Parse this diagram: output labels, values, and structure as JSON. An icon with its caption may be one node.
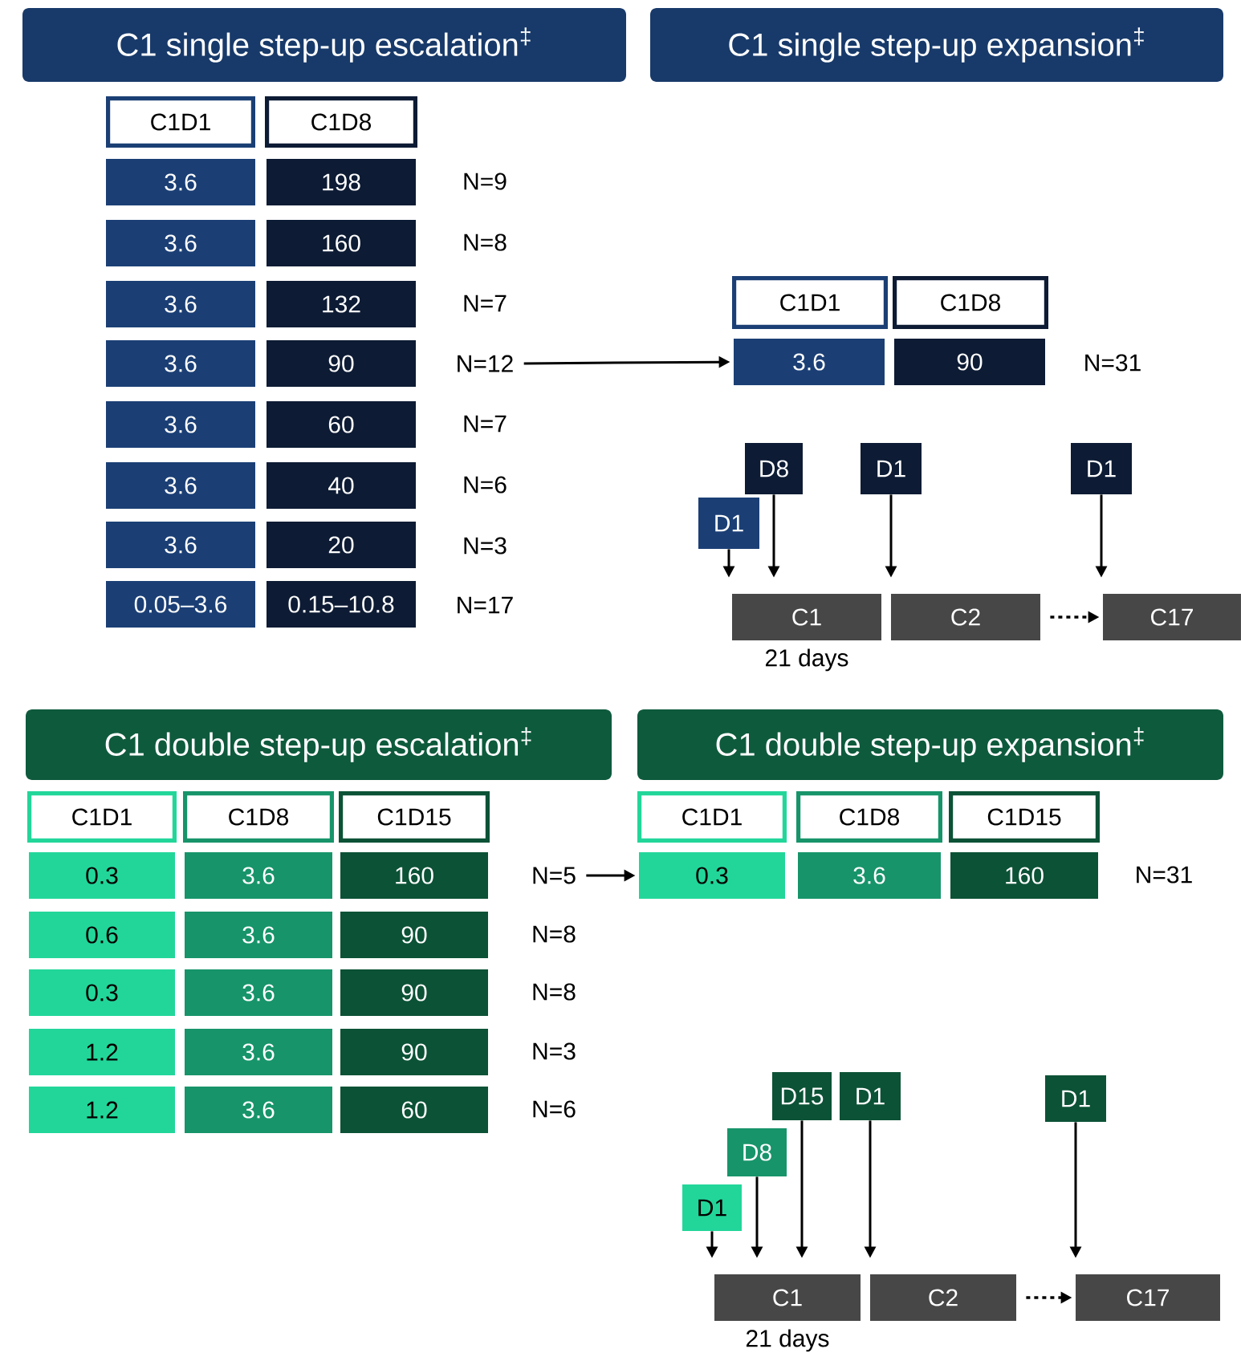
{
  "diagram": {
    "nodes": [
      {
        "text": [
          "C1 single step-up escalation$^{‡}$"
        ]
      },
      {
        "text": [
          "C1 single step-up expansion$^{‡}$"
        ]
      },
      {
        "text": [
          "C1D1"
        ]
      },
      {
        "text": [
          "C1D8"
        ]
      },
      {
        "text": [
          "3.6"
        ]
      },
      {
        "text": [
          "198"
        ]
      },
      {
        "text": [
          "3.6"
        ]
      },
      {
        "text": [
          "160"
        ]
      },
      {
        "text": [
          "3.6"
        ]
      },
      {
        "text": [
          "132"
        ]
      },
      {
        "text": [
          "3.6"
        ]
      },
      {
        "text": [
          "90"
        ]
      },
      {
        "text": [
          "3.6"
        ]
      },
      {
        "text": [
          "60"
        ]
      },
      {
        "text": [
          "3.6"
        ]
      },
      {
        "text": [
          "40"
        ]
      },
      {
        "text": [
          "3.6"
        ]
      },
      {
        "text": [
          "20"
        ]
      },
      {
        "text": [
          "0.05–3.6"
        ]
      },
      {
        "text": [
          "0.15–10.8"
        ]
      },
      {
        "text": [
          "N=12"
        ]
      },
      {
        "text": [
          "C1D1"
        ]
      },
      {
        "text": [
          "C1D8"
        ]
      },
      {
        "text": [
          "3.6"
        ]
      },
      {
        "text": [
          "90"
        ]
      },
      {
        "text": [
          "D1"
        ]
      },
      {
        "text": [
          "D8"
        ]
      },
      {
        "text": [
          "D1"
        ]
      },
      {
        "text": [
          "D1"
        ]
      },
      {
        "text": [
          "C1"
        ],
        "beside": [
          "21 days"
        ]
      },
      {
        "text": [
          "C2"
        ]
      },
      {
        "text": [
          "C17"
        ]
      },
      {
        "text": [
          "C1 double step-up escalation$^{‡}$"
        ]
      },
      {
        "text": [
          "C1 double step-up expansion$^{‡}$"
        ]
      },
      {
        "text": [
          "C1D1"
        ]
      },
      {
        "text": [
          "C1D8"
        ]
      },
      {
        "text": [
          "C1D15"
        ]
      },
      {
        "text": [
          "0.3"
        ]
      },
      {
        "text": [
          "3.6"
        ]
      },
      {
        "text": [
          "160"
        ]
      },
      {
        "text": [
          "0.6"
        ]
      },
      {
        "text": [
          "3.6"
        ]
      },
      {
        "text": [
          "90"
        ]
      },
      {
        "text": [
          "0.3"
        ]
      },
      {
        "text": [
          "3.6"
        ]
      },
      {
        "text": [
          "90"
        ]
      },
      {
        "text": [
          "1.2"
        ]
      },
      {
        "text": [
          "3.6"
        ]
      },
      {
        "text": [
          "90"
        ]
      },
      {
        "text": [
          "1.2"
        ]
      },
      {
        "text": [
          "3.6"
        ]
      },
      {
        "text": [
          "60"
        ]
      },
      {
        "text": [
          "N=5"
        ]
      },
      {
        "text": [
          "C1D1"
        ]
      },
      {
        "text": [
          "C1D8"
        ]
      },
      {
        "text": [
          "C1D15"
        ]
      },
      {
        "text": [
          "0.3"
        ]
      },
      {
        "text": [
          "3.6"
        ]
      },
      {
        "text": [
          "160"
        ]
      },
      {
        "text": [
          "D1"
        ]
      },
      {
        "text": [
          "D8"
        ]
      },
      {
        "text": [
          "D15"
        ]
      },
      {
        "text": [
          "D1"
        ]
      },
      {
        "text": [
          "D1"
        ]
      },
      {
        "text": [
          "C1"
        ],
        "beside": [
          "21 days"
        ]
      },
      {
        "text": [
          "C2"
        ]
      },
      {
        "text": [
          "C17"
        ]
      }
    ],
    "edges": [
      {
        "from": 20,
        "to": 23,
        "arrow": "to"
      },
      {
        "from": 25,
        "to": 29,
        "arrow": "to"
      },
      {
        "from": 26,
        "to": 29,
        "arrow": "to"
      },
      {
        "from": 27,
        "to": 30,
        "arrow": "to"
      },
      {
        "from": 28,
        "to": 31,
        "arrow": "to"
      },
      {
        "from": 30,
        "to": 31,
        "arrow": "to",
        "style": "dashed"
      },
      {
        "from": 52,
        "to": 56,
        "arrow": "to"
      },
      {
        "from": 59,
        "to": 64,
        "arrow": "to"
      },
      {
        "from": 60,
        "to": 64,
        "arrow": "to"
      },
      {
        "from": 61,
        "to": 64,
        "arrow": "to"
      },
      {
        "from": 62,
        "to": 65,
        "arrow": "to"
      },
      {
        "from": 63,
        "to": 66,
        "arrow": "to"
      },
      {
        "from": 65,
        "to": 66,
        "arrow": "to",
        "style": "dashed"
      }
    ],
    "labels": [
      "N=9",
      "N=8",
      "N=7",
      "N=31",
      "N=7",
      "N=6",
      "N=3",
      "N=17",
      "N=31",
      "N=8",
      "N=8",
      "N=3",
      "N=6"
    ]
  }
}
